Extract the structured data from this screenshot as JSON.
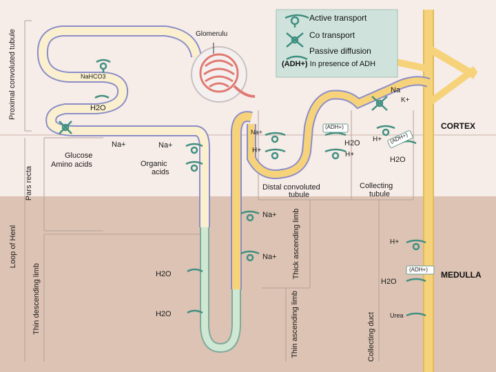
{
  "legend": {
    "active": "Active transport",
    "co": "Co transport",
    "passive": "Passive diffusion",
    "adh_tag": "(ADH+)",
    "adh_text": "In presence of ADH"
  },
  "regions": {
    "cortex": "CORTEX",
    "medulla": "MEDULLA"
  },
  "side_labels": {
    "proximal": "Proximal convoluted tubule",
    "pars_recta": "Pars recta",
    "loop_henle": "Loop of Henl",
    "thin_desc": "Thin descending limb",
    "thick_asc": "Thick ascending limb",
    "thin_asc": "Thin ascending limb",
    "collecting_duct": "Collecting duct"
  },
  "labels": {
    "glomerulus": "Glomerulu",
    "nahco3": "NaHCO3",
    "h2o_prox": "H2O",
    "na_prox": "Na+",
    "glucose": "Glucose",
    "amino": "Amino acids",
    "na_pr": "Na+",
    "organic1": "Organic",
    "organic2": "acids",
    "na_dct": "Na+",
    "h_dct": "H+",
    "adh_dct": "(ADH+)",
    "h2o_dct": "H2O",
    "h_dct2": "H+",
    "dct1": "Distal convoluted",
    "dct2": "tubule",
    "cd1": "Collecting",
    "cd2": "tubule",
    "na_cd": "Na",
    "k_cd": "K+",
    "h_cd": "H+",
    "adh_cd": "(ADH+)",
    "h2o_cd": "H2O",
    "na_tal1": "Na+",
    "na_tal2": "Na+",
    "h2o_tdl1": "H2O",
    "h2o_tdl2": "H2O",
    "h_med": "H+",
    "adh_med": "(ADH+)",
    "h2o_med": "H2O",
    "urea": "Urea"
  }
}
